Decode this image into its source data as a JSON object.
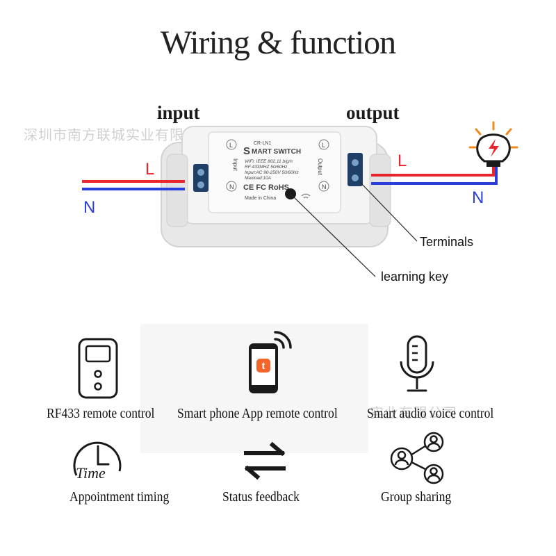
{
  "title": "Wiring & function",
  "watermark_text": "深圳市南方联城实业有限公司",
  "wiring": {
    "input_label": "input",
    "output_label": "output",
    "live_letter": "L",
    "neutral_letter": "N",
    "terminals_label": "Terminals",
    "learning_key_label": "learning key",
    "live_color": "#e8242c",
    "neutral_color": "#2b3ed8",
    "device": {
      "model": "CR-LN1",
      "brand_initial": "S",
      "brand_rest": "MART SWITCH",
      "spec_wifi": "WiFi: IEEE 802.11 b/g/n",
      "spec_rf": "RF:433MHZ 50/60Hz",
      "spec_input": "Input:AC 90-250V 50/60Hz",
      "spec_maxload": "Maxload:10A",
      "certs": "CE FC RoHS",
      "origin": "Made in China",
      "side_input": "Input",
      "side_output": "Output",
      "terminal_l": "L",
      "terminal_n": "N"
    }
  },
  "features": [
    {
      "icon": "remote-control-icon",
      "label": "RF433 remote control"
    },
    {
      "icon": "smartphone-app-icon",
      "label": "Smart phone App remote control"
    },
    {
      "icon": "microphone-icon",
      "label": "Smart audio voice control"
    },
    {
      "icon": "timer-icon",
      "label": "Appointment timing",
      "icon_text": "Time"
    },
    {
      "icon": "swap-arrows-icon",
      "label": "Status feedback"
    },
    {
      "icon": "group-share-icon",
      "label": "Group sharing"
    }
  ],
  "app_badge_letter": "t"
}
